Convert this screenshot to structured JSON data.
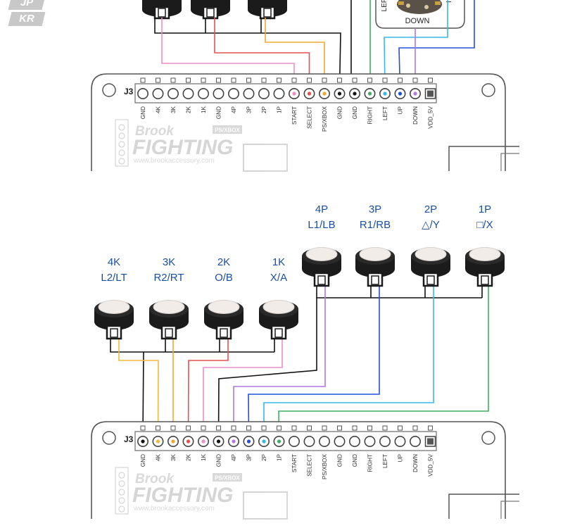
{
  "language_tabs": [
    {
      "label": "JP",
      "active": false
    },
    {
      "label": "KR",
      "active": false
    }
  ],
  "board": {
    "connector_label": "J3",
    "brand_line1": "Brook",
    "brand_line2": "FIGHTING",
    "brand_tag": "PS/XBOX",
    "website": "www.brookaccessory.com"
  },
  "pins": [
    "GND",
    "4K",
    "3K",
    "2K",
    "1K",
    "GND",
    "4P",
    "3P",
    "2P",
    "1P",
    "START",
    "SELECT",
    "PS/XBOX",
    "GND",
    "GND",
    "RIGHT",
    "LEFT",
    "UP",
    "DOWN",
    "VDD_5V"
  ],
  "top_diagram": {
    "lever_label": "DOWN",
    "lever_partial_label": "LEFT",
    "wire_colors": {
      "START": "#f08cc8",
      "SELECT": "#e8504c",
      "PS/XBOX": "#f0a830",
      "GND": "#111111",
      "RIGHT": "#40b060",
      "LEFT": "#38b8e8",
      "UP": "#2050e0",
      "DOWN": "#b078e0"
    }
  },
  "bottom_diagram": {
    "buttons": [
      {
        "line1": "4P",
        "line2": "L1/LB"
      },
      {
        "line1": "3P",
        "line2": "R1/RB"
      },
      {
        "line1": "2P",
        "line2": "△/Y"
      },
      {
        "line1": "1P",
        "line2": "□/X"
      },
      {
        "line1": "4K",
        "line2": "L2/LT"
      },
      {
        "line1": "3K",
        "line2": "R2/RT"
      },
      {
        "line1": "2K",
        "line2": "O/B"
      },
      {
        "line1": "1K",
        "line2": "X/A"
      }
    ],
    "wire_colors": {
      "GND": "#111111",
      "4K": "#f0b840",
      "3K": "#f0a830",
      "2K": "#e8504c",
      "1K": "#f08cc8",
      "4P": "#b078e0",
      "3P": "#2050e0",
      "2P": "#38b8e8",
      "1P": "#40b060"
    }
  },
  "label_color": "#1a4fa0"
}
